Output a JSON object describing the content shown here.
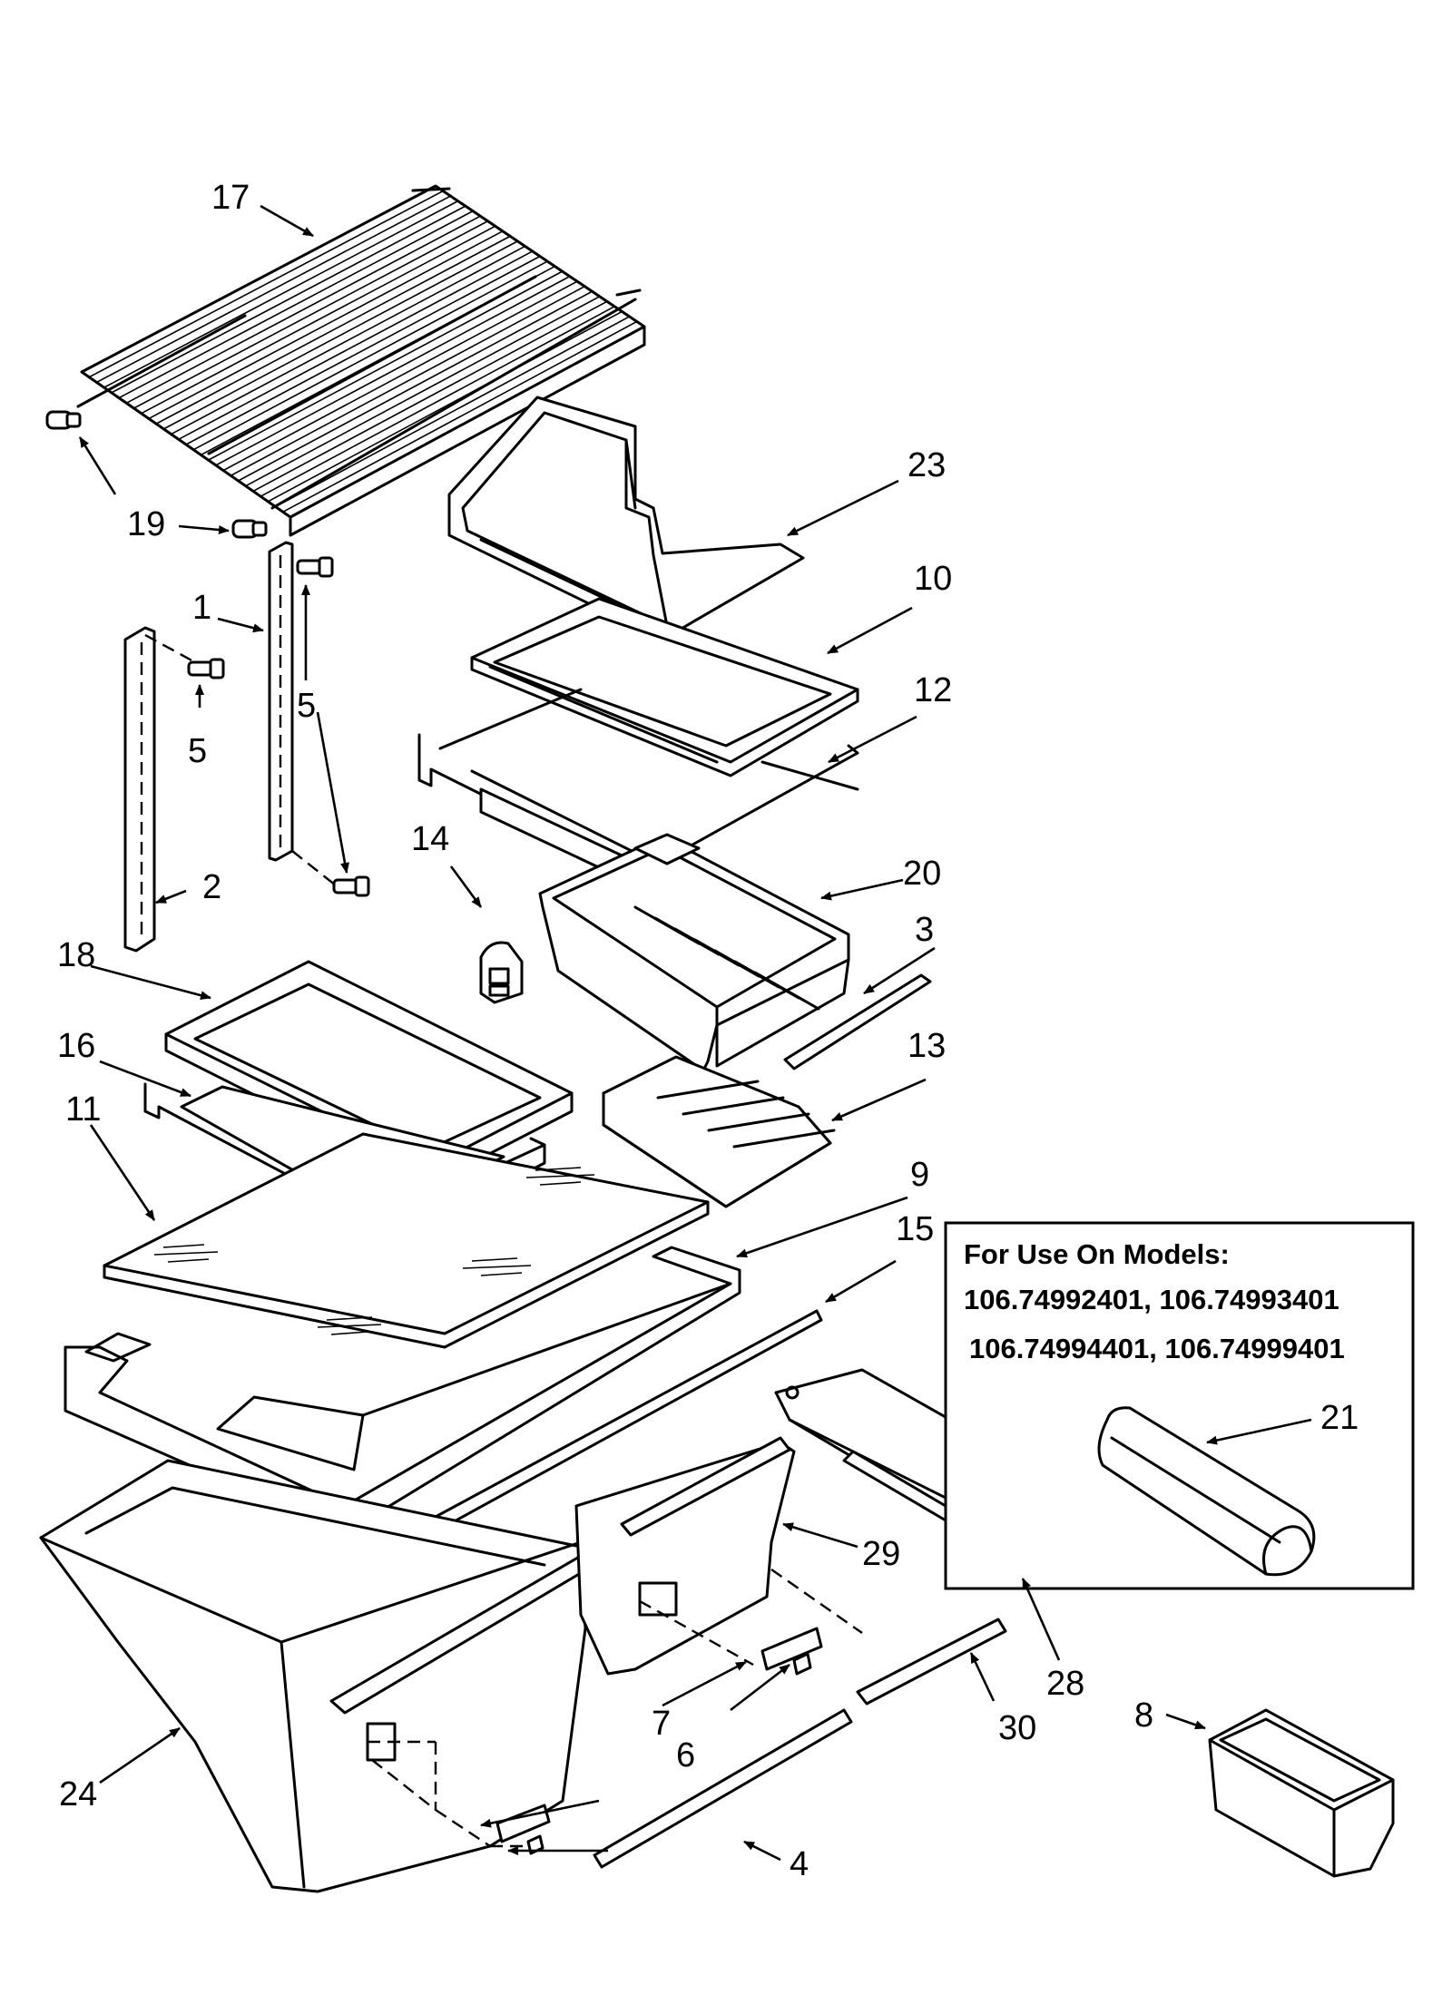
{
  "callouts": {
    "c17": "17",
    "c19": "19",
    "c1": "1",
    "c5a": "5",
    "c5b": "5",
    "c2": "2",
    "c23": "23",
    "c10": "10",
    "c12": "12",
    "c14": "14",
    "c20": "20",
    "c3": "3",
    "c18": "18",
    "c16": "16",
    "c13": "13",
    "c11": "11",
    "c9": "9",
    "c15": "15",
    "c21": "21",
    "c29": "29",
    "c28": "28",
    "c30": "30",
    "c8": "8",
    "c7": "7",
    "c6": "6",
    "c4": "4",
    "c24": "24"
  },
  "model_box": {
    "heading": "For Use On Models:",
    "line1": "106.74992401, 106.74993401",
    "line2": "106.74994401, 106.74999401"
  }
}
